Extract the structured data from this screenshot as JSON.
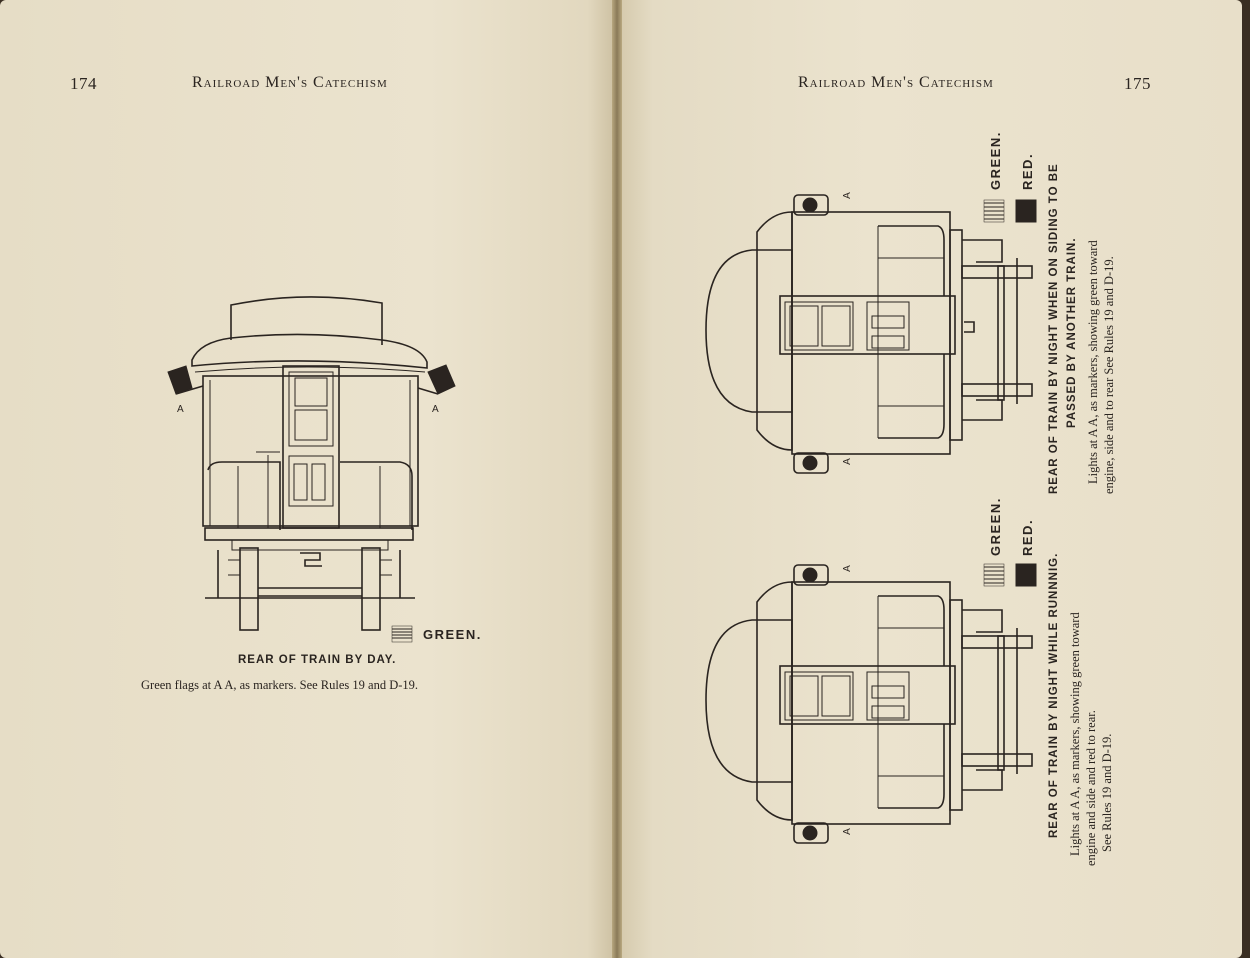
{
  "left_page": {
    "page_number": "174",
    "running_head": "Railroad Men's Catechism",
    "figure_title": "REAR OF TRAIN BY DAY.",
    "figure_caption": "Green flags at A A, as markers.   See Rules 19 and D-19.",
    "marker_label": "A",
    "legend": [
      {
        "label": "GREEN.",
        "color": "#2a2420"
      }
    ]
  },
  "right_page": {
    "page_number": "175",
    "running_head": "Railroad Men's Catechism",
    "marker_label": "A",
    "figures": [
      {
        "title_line1": "REAR OF TRAIN BY NIGHT WHEN ON SIDING TO BE",
        "title_line2": "PASSED BY ANOTHER TRAIN.",
        "caption_line1": "Lights at A A, as markers, showing green toward",
        "caption_line2": "engine, side and to rear    See Rules 19 and D-19.",
        "legend": [
          {
            "label": "GREEN."
          },
          {
            "label": "RED."
          }
        ]
      },
      {
        "title_line1": "REAR OF TRAIN BY NIGHT WHILE RUNNNIG.",
        "caption_line1": "Lights at A A, as markers, showing green toward",
        "caption_line2": "engine and side and red to rear.",
        "caption_line3": "See Rules 19 and D-19.",
        "legend": [
          {
            "label": "GREEN."
          },
          {
            "label": "RED."
          }
        ]
      }
    ]
  }
}
